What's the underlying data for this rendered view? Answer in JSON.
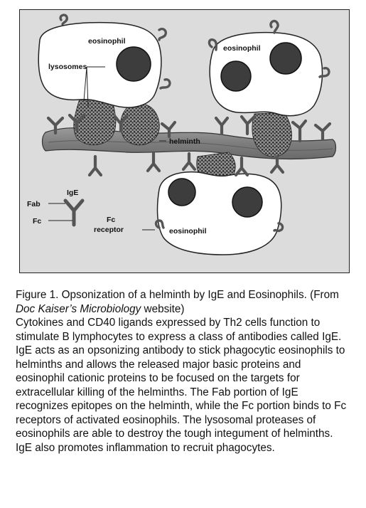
{
  "diagram": {
    "labels": {
      "eosinophil_top_left": "eosinophil",
      "eosinophil_top_right": "eosinophil",
      "eosinophil_bottom": "eosinophil",
      "lysosomes": "lysosomes",
      "helminth": "helminth",
      "ige": "IgE",
      "fab": "Fab",
      "fc": "Fc",
      "fc_receptor_line1": "Fc",
      "fc_receptor_line2": "receptor"
    }
  },
  "caption": {
    "title": "Figure 1. Opsonization of a helminth by IgE and Eosinophils. (From ",
    "source_name": "Doc Kaiser’s Microbiology",
    "source_suffix": " website)",
    "body": "Cytokines and CD40 ligands expressed by Th2 cells function to stimulate B lymphocytes to express a class of antibodies called IgE. IgE acts as an opsonizing antibody to stick phagocytic eosinophils to helminths and allows the released  major basic proteins and eosinophil cationic proteins to be focused on the targets for extracellular killing of the helminths. The Fab portion of IgE recognizes epitopes on the helminth, while the Fc portion binds to Fc receptors of activated eosinophils. The lysosomal proteases of eosinophils are able to destroy the tough integument of helminths. IgE also promotes inflammation to recruit phagocytes."
  }
}
